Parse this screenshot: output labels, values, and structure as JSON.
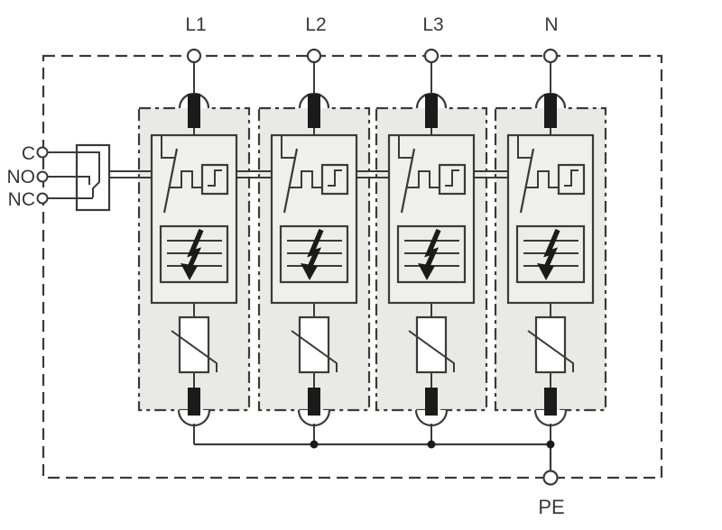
{
  "diagram": {
    "kind": "surge-protective-device-circuit",
    "phase_terminals": [
      "L1",
      "L2",
      "L3",
      "N"
    ],
    "earth_terminal": "PE",
    "remote_contact": {
      "common": "C",
      "normally_open": "NO",
      "normally_closed": "NC"
    },
    "module_count": 4,
    "colors": {
      "line": "#3a3a3a",
      "solid_black": "#1b1b1b",
      "module_fill": "#e9e9e8",
      "inner_fill": "#efefee",
      "background": "#ffffff"
    }
  }
}
